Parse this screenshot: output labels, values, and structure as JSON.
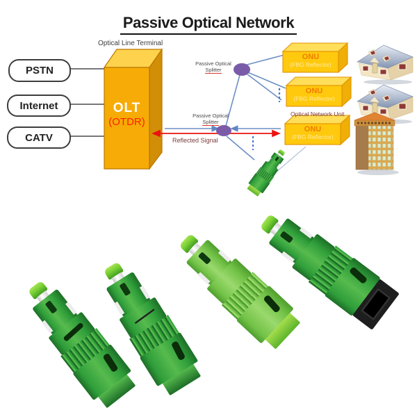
{
  "title": "Passive Optical Network",
  "diagram": {
    "caption_olt": "Optical Line Terminal",
    "caption_onu": "Optical Network Unit",
    "reflected_label": "Reflected Signal",
    "sources": [
      {
        "label": "PSTN"
      },
      {
        "label": "Internet"
      },
      {
        "label": "CATV"
      }
    ],
    "olt": {
      "name": "OLT",
      "mode": "(OTDR)"
    },
    "splitter_upper": {
      "line1": "Passive Optical",
      "line2": "Splitter"
    },
    "splitter_lower": {
      "line1": "Passive Optical",
      "line2": "Splitter"
    },
    "onus": [
      {
        "name": "ONU",
        "sub": "(FBG Reflector)",
        "premise": "house"
      },
      {
        "name": "ONU",
        "sub": "(FBG Reflector)",
        "premise": "house"
      },
      {
        "name": "ONU",
        "sub": "(FBG Reflector)",
        "premise": "building"
      }
    ]
  },
  "photo": {
    "connectors": [
      {
        "variant": "green"
      },
      {
        "variant": "green-thin-slot"
      },
      {
        "variant": "light-green"
      },
      {
        "variant": "black-socket"
      }
    ]
  },
  "colors": {
    "ink": "#1b1b1b",
    "line_blue": "#6d8fc4",
    "dash_blue": "#4a79cb",
    "arrow_red": "#ee1111",
    "label_dark_red": "#7c3a3a",
    "olt_front": "#f6ab06",
    "olt_top": "#ffd24e",
    "olt_side": "#d18e06",
    "olt_border": "#b97800",
    "olt_text": "#ffffff",
    "otdr_text": "#ff2000",
    "onu_front": "#ffc90e",
    "onu_top": "#ffde5a",
    "onu_side": "#efaf06",
    "onu_border": "#e09200",
    "onu_text": "#f07c00",
    "fbg_text": "#ffeb9e",
    "splitter_purple": "#7a5ba8",
    "conn_green": "#2f9e3a",
    "conn_green_light": "#57bb4e",
    "conn_green_dark": "#1d6e27",
    "conn_light_variant": "#72c247",
    "cap_green": "#77cf33",
    "socket_black": "#1e1e1e"
  }
}
